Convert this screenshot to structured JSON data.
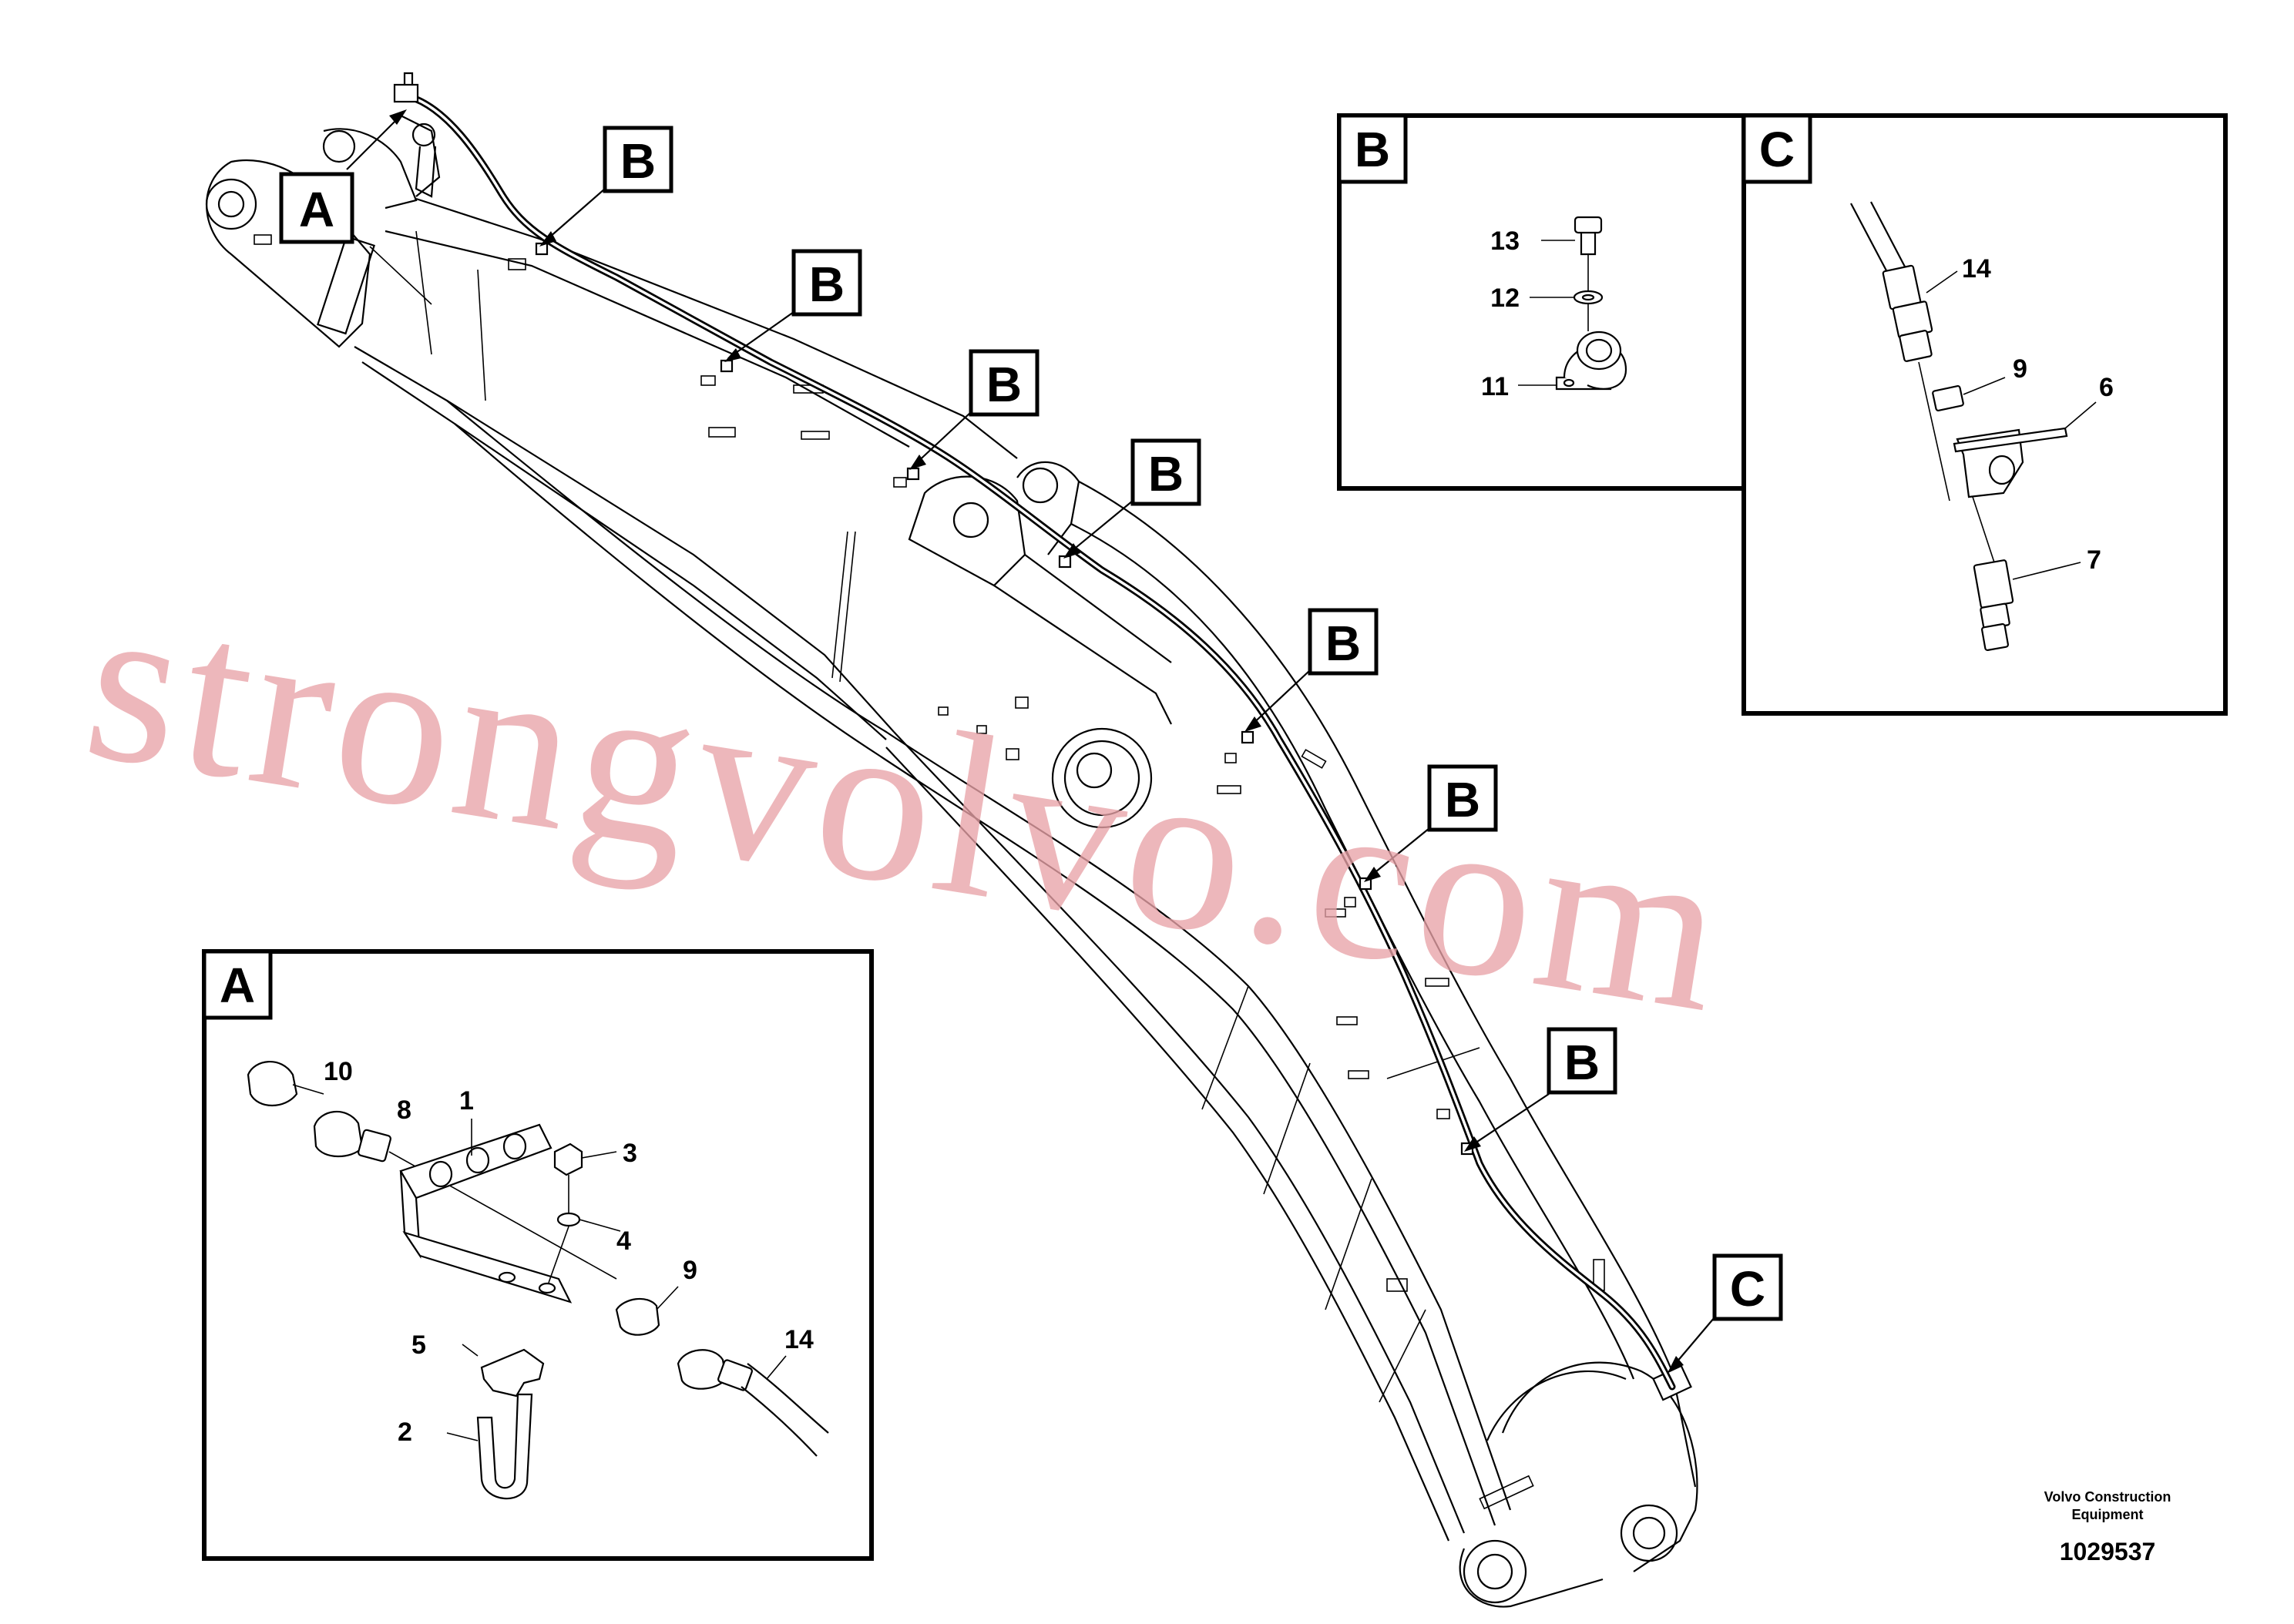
{
  "callouts": {
    "detail_a": "A",
    "detail_b": "B",
    "detail_c": "C"
  },
  "detail_a": {
    "letter": "A",
    "labels": {
      "p10": "10",
      "p8": "8",
      "p1": "1",
      "p3": "3",
      "p4": "4",
      "p9": "9",
      "p5": "5",
      "p14": "14",
      "p2": "2"
    }
  },
  "detail_b": {
    "letter": "B",
    "labels": {
      "p13": "13",
      "p12": "12",
      "p11": "11"
    }
  },
  "detail_c": {
    "letter": "C",
    "labels": {
      "p14": "14",
      "p9": "9",
      "p6": "6",
      "p7": "7"
    }
  },
  "watermark": "strongvolvo.com",
  "credit": {
    "line1": "Volvo Construction",
    "line2": "Equipment",
    "doc_number": "1029537"
  }
}
